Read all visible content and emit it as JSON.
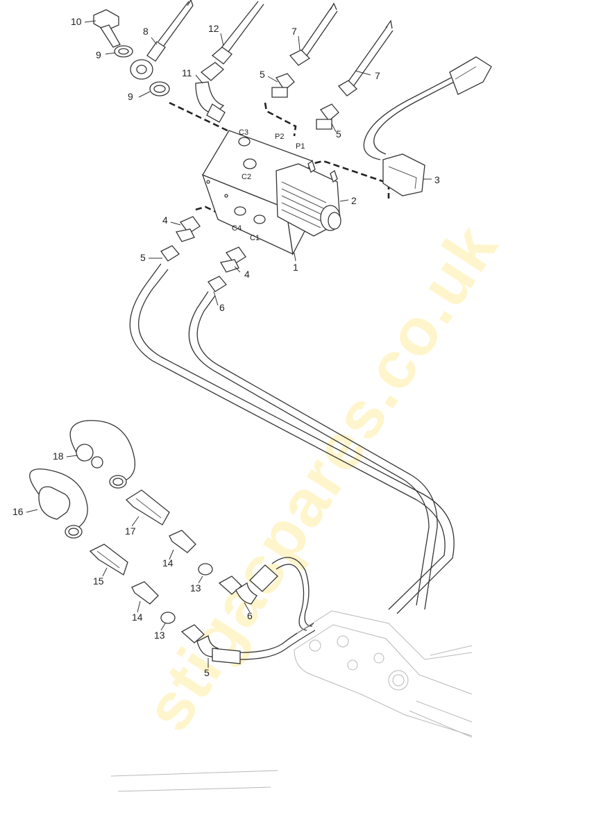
{
  "diagram": {
    "watermark": "stigaspares.co.uk",
    "ports": [
      "C3",
      "C2",
      "P2",
      "P1",
      "C4",
      "C1"
    ],
    "callouts": [
      {
        "id": "c10a",
        "text": "10"
      },
      {
        "id": "c9a",
        "text": "9"
      },
      {
        "id": "c9b",
        "text": "9"
      },
      {
        "id": "c8",
        "text": "8"
      },
      {
        "id": "c12",
        "text": "12"
      },
      {
        "id": "c11",
        "text": "11"
      },
      {
        "id": "c7a",
        "text": "7"
      },
      {
        "id": "c5a",
        "text": "5"
      },
      {
        "id": "c7b",
        "text": "7"
      },
      {
        "id": "c5b",
        "text": "5"
      },
      {
        "id": "c3",
        "text": "3"
      },
      {
        "id": "c2",
        "text": "2"
      },
      {
        "id": "c1",
        "text": "1"
      },
      {
        "id": "c4a",
        "text": "4"
      },
      {
        "id": "c5c",
        "text": "5"
      },
      {
        "id": "c4b",
        "text": "4"
      },
      {
        "id": "c6a",
        "text": "6"
      },
      {
        "id": "c18",
        "text": "18"
      },
      {
        "id": "c16",
        "text": "16"
      },
      {
        "id": "c17",
        "text": "17"
      },
      {
        "id": "c14a",
        "text": "14"
      },
      {
        "id": "c15",
        "text": "15"
      },
      {
        "id": "c13a",
        "text": "13"
      },
      {
        "id": "c6b",
        "text": "6"
      },
      {
        "id": "c14b",
        "text": "14"
      },
      {
        "id": "c13b",
        "text": "13"
      },
      {
        "id": "c5d",
        "text": "5"
      }
    ]
  }
}
